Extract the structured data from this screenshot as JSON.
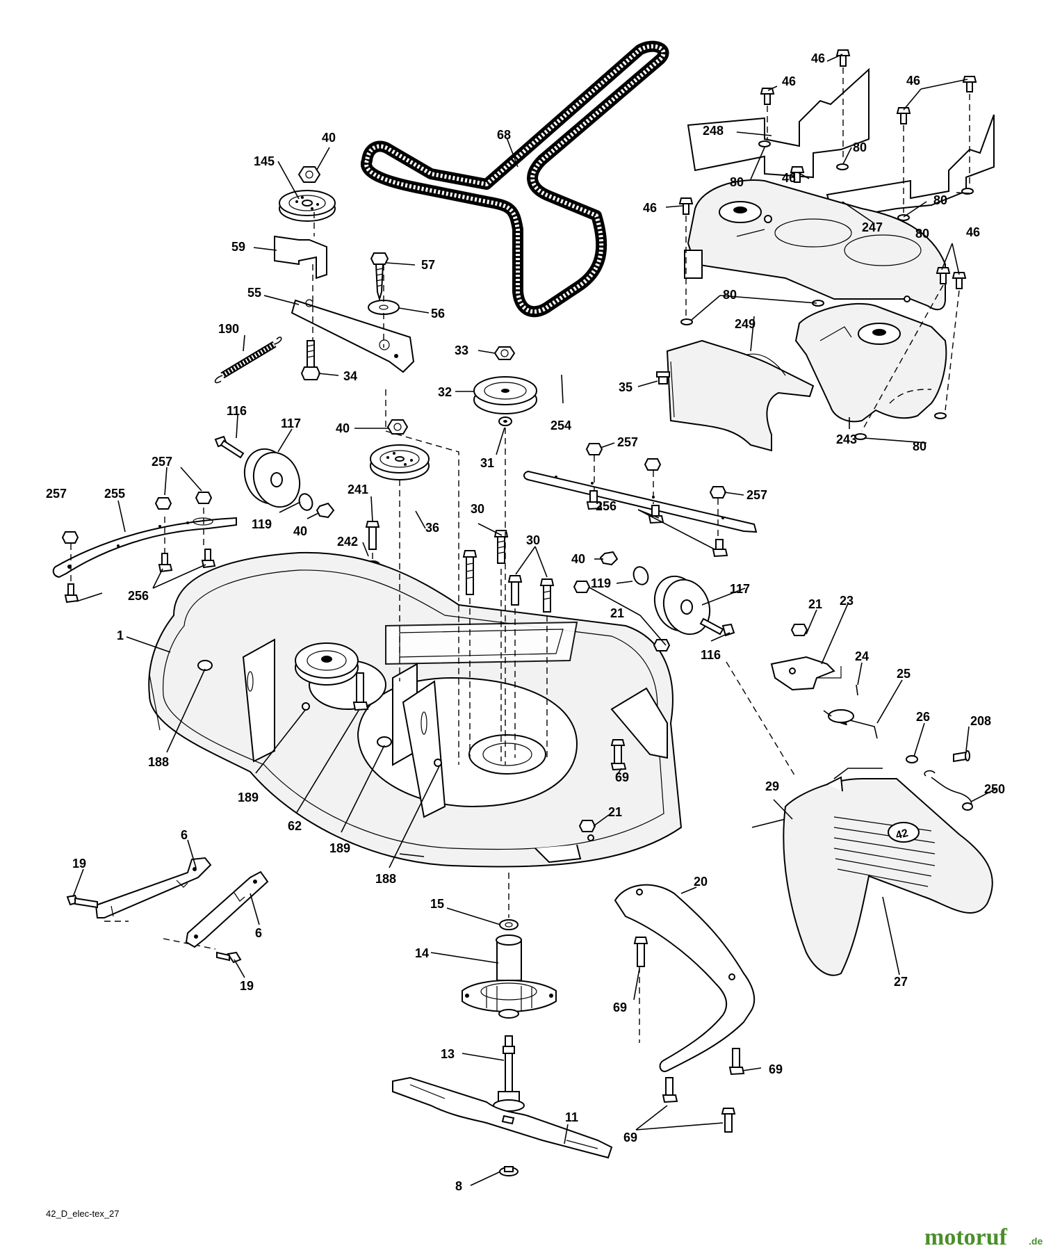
{
  "diagram": {
    "code": "42_D_elec-tex_27",
    "watermark": {
      "main": "motoruf",
      "suffix": ".de"
    },
    "shroud_badge": "42",
    "parts": [
      {
        "id": "p-68",
        "n": "68"
      },
      {
        "id": "p-40a",
        "n": "40"
      },
      {
        "id": "p-145",
        "n": "145"
      },
      {
        "id": "p-59",
        "n": "59"
      },
      {
        "id": "p-57",
        "n": "57"
      },
      {
        "id": "p-55",
        "n": "55"
      },
      {
        "id": "p-56",
        "n": "56"
      },
      {
        "id": "p-190",
        "n": "190"
      },
      {
        "id": "p-34",
        "n": "34"
      },
      {
        "id": "p-33",
        "n": "33"
      },
      {
        "id": "p-32",
        "n": "32"
      },
      {
        "id": "p-31",
        "n": "31"
      },
      {
        "id": "p-116a",
        "n": "116"
      },
      {
        "id": "p-117a",
        "n": "117"
      },
      {
        "id": "p-40b",
        "n": "40"
      },
      {
        "id": "p-257a",
        "n": "257"
      },
      {
        "id": "p-257b",
        "n": "257"
      },
      {
        "id": "p-255",
        "n": "255"
      },
      {
        "id": "p-119a",
        "n": "119"
      },
      {
        "id": "p-40c",
        "n": "40"
      },
      {
        "id": "p-36",
        "n": "36"
      },
      {
        "id": "p-241",
        "n": "241"
      },
      {
        "id": "p-242",
        "n": "242"
      },
      {
        "id": "p-256a",
        "n": "256"
      },
      {
        "id": "p-30a",
        "n": "30"
      },
      {
        "id": "p-30b",
        "n": "30"
      },
      {
        "id": "p-254",
        "n": "254"
      },
      {
        "id": "p-257c",
        "n": "257"
      },
      {
        "id": "p-257d",
        "n": "257"
      },
      {
        "id": "p-256b",
        "n": "256"
      },
      {
        "id": "p-40d",
        "n": "40"
      },
      {
        "id": "p-119b",
        "n": "119"
      },
      {
        "id": "p-117b",
        "n": "117"
      },
      {
        "id": "p-116b",
        "n": "116"
      },
      {
        "id": "p-21a",
        "n": "21"
      },
      {
        "id": "p-1",
        "n": "1"
      },
      {
        "id": "p-188a",
        "n": "188"
      },
      {
        "id": "p-189a",
        "n": "189"
      },
      {
        "id": "p-62",
        "n": "62"
      },
      {
        "id": "p-189b",
        "n": "189"
      },
      {
        "id": "p-188b",
        "n": "188"
      },
      {
        "id": "p-69a",
        "n": "69"
      },
      {
        "id": "p-21b",
        "n": "21"
      },
      {
        "id": "p-21c",
        "n": "21"
      },
      {
        "id": "p-23",
        "n": "23"
      },
      {
        "id": "p-24",
        "n": "24"
      },
      {
        "id": "p-25",
        "n": "25"
      },
      {
        "id": "p-26",
        "n": "26"
      },
      {
        "id": "p-208",
        "n": "208"
      },
      {
        "id": "p-29",
        "n": "29"
      },
      {
        "id": "p-250",
        "n": "250"
      },
      {
        "id": "p-27",
        "n": "27"
      },
      {
        "id": "p-6a",
        "n": "6"
      },
      {
        "id": "p-6b",
        "n": "6"
      },
      {
        "id": "p-19a",
        "n": "19"
      },
      {
        "id": "p-19b",
        "n": "19"
      },
      {
        "id": "p-15",
        "n": "15"
      },
      {
        "id": "p-14",
        "n": "14"
      },
      {
        "id": "p-13",
        "n": "13"
      },
      {
        "id": "p-11",
        "n": "11"
      },
      {
        "id": "p-8",
        "n": "8"
      },
      {
        "id": "p-20",
        "n": "20"
      },
      {
        "id": "p-69b",
        "n": "69"
      },
      {
        "id": "p-69c",
        "n": "69"
      },
      {
        "id": "p-69d",
        "n": "69"
      },
      {
        "id": "p-46a",
        "n": "46"
      },
      {
        "id": "p-46b",
        "n": "46"
      },
      {
        "id": "p-46c",
        "n": "46"
      },
      {
        "id": "p-46d",
        "n": "46"
      },
      {
        "id": "p-46e",
        "n": "46"
      },
      {
        "id": "p-46f",
        "n": "46"
      },
      {
        "id": "p-248",
        "n": "248"
      },
      {
        "id": "p-80a",
        "n": "80"
      },
      {
        "id": "p-80b",
        "n": "80"
      },
      {
        "id": "p-80c",
        "n": "80"
      },
      {
        "id": "p-80d",
        "n": "80"
      },
      {
        "id": "p-80e",
        "n": "80"
      },
      {
        "id": "p-80f",
        "n": "80"
      },
      {
        "id": "p-247",
        "n": "247"
      },
      {
        "id": "p-249",
        "n": "249"
      },
      {
        "id": "p-35",
        "n": "35"
      },
      {
        "id": "p-243",
        "n": "243"
      }
    ]
  }
}
